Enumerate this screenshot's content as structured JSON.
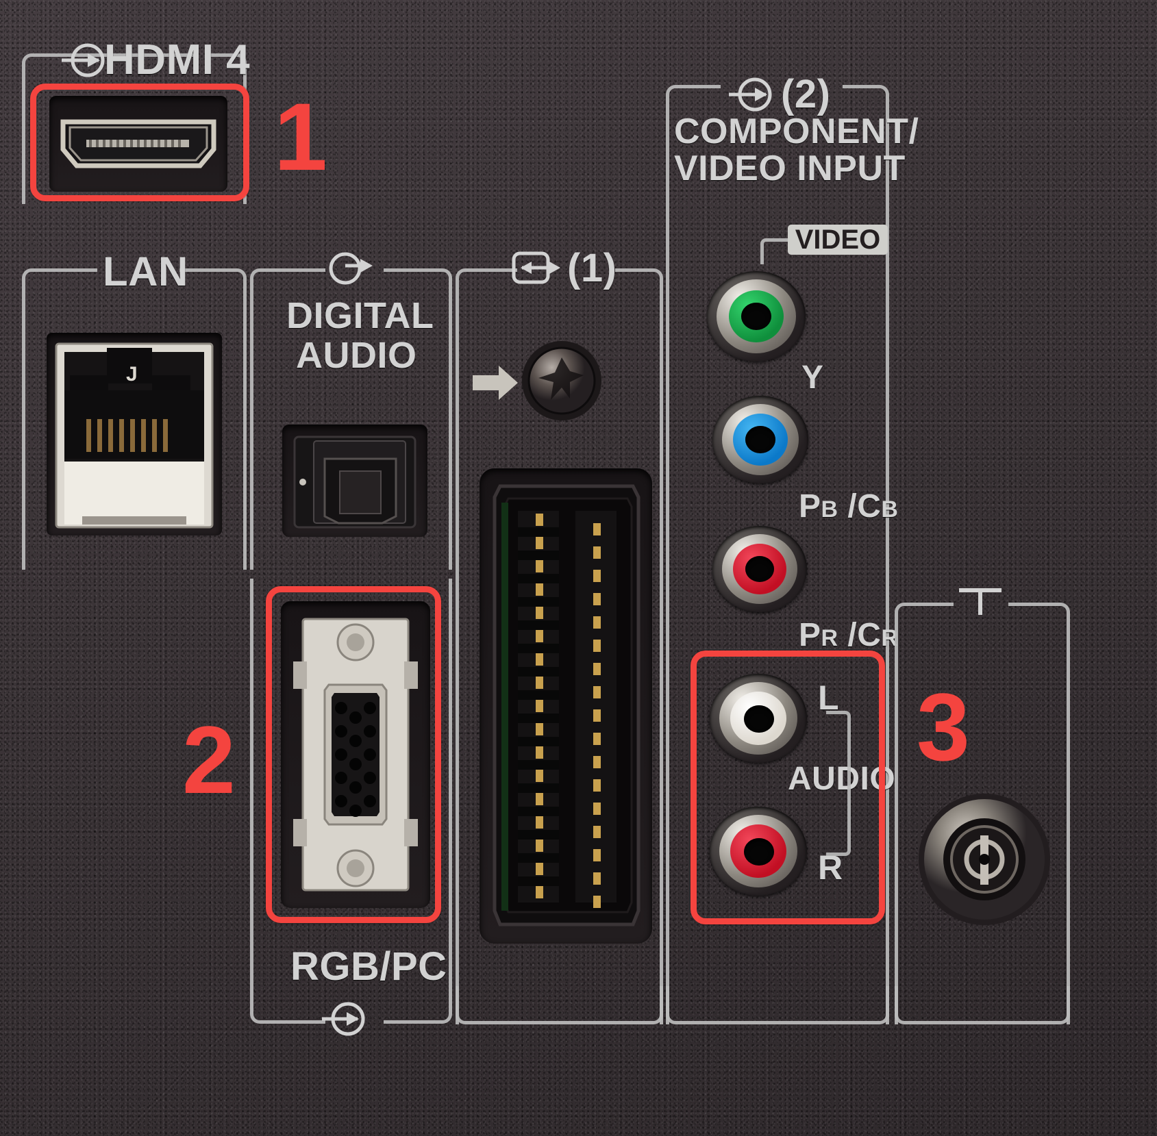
{
  "panel": {
    "title": "TV rear connector panel",
    "background_color": "#3b3437",
    "label_color": "#d2d2d2",
    "highlight_color": "#f4443f"
  },
  "annotations": [
    {
      "number": "1",
      "target": "hdmi-4-port"
    },
    {
      "number": "2",
      "target": "rgb-pc-vga-port"
    },
    {
      "number": "3",
      "target": "audio-l-r-jacks"
    }
  ],
  "sections": {
    "hdmi": {
      "label": "HDMI 4",
      "icon": "input-arrow-icon"
    },
    "lan": {
      "label": "LAN"
    },
    "digital_audio": {
      "line1": "DIGITAL",
      "line2": "AUDIO",
      "icon": "output-arrow-icon"
    },
    "scart": {
      "label": "(1)",
      "icon": "bidirectional-arrow-icon",
      "pointer_icon": "right-arrow-icon"
    },
    "rgb_pc": {
      "label": "RGB/PC",
      "icon": "input-arrow-icon"
    },
    "component": {
      "label": "(2)",
      "icon": "input-arrow-icon",
      "line1": "COMPONENT/",
      "line2": "VIDEO INPUT",
      "video_badge": "VIDEO",
      "jacks": [
        {
          "name": "Y",
          "color": "#16ad4b",
          "label": "Y"
        },
        {
          "name": "PB/CB",
          "color": "#1393e0",
          "label_main": "P",
          "label_sub": "B",
          "label_main2": "C",
          "label_sub2": "B"
        },
        {
          "name": "PR/CR",
          "color": "#e3253a",
          "label_main": "P",
          "label_sub": "R",
          "label_main2": "C",
          "label_sub2": "R"
        }
      ]
    },
    "audio": {
      "label": "AUDIO",
      "left_label": "L",
      "right_label": "R",
      "jacks": [
        {
          "name": "L",
          "color": "#f2f0ea"
        },
        {
          "name": "R",
          "color": "#e3253a"
        }
      ]
    },
    "antenna": {
      "label": "T",
      "icon": "antenna-icon"
    }
  }
}
